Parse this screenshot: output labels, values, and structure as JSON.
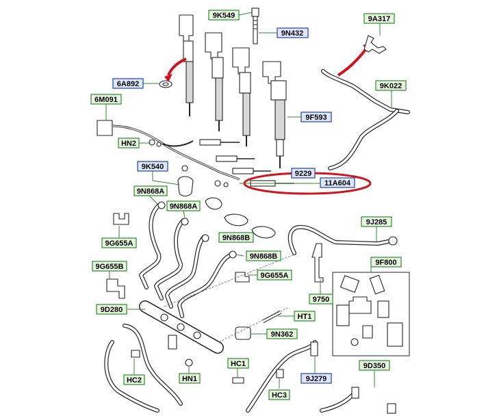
{
  "colors": {
    "label_blue_border": "#1f3fae",
    "label_blue_fill": "#dfe6ff",
    "label_green_border": "#2c8a2c",
    "label_green_fill": "#e8f5e0",
    "highlight": "#d0141c",
    "arrow": "#d0141c"
  },
  "labels": {
    "l_9K549": "9K549",
    "l_9N432": "9N432",
    "l_9A317": "9A317",
    "l_6A892": "6A892",
    "l_9K022": "9K022",
    "l_6M091": "6M091",
    "l_9F593": "9F593",
    "l_HN2": "HN2",
    "l_9K540": "9K540",
    "l_9229": "9229",
    "l_11A604": "11A604",
    "l_9N868A_1": "9N868A",
    "l_9N868A_2": "9N868A",
    "l_9J285": "9J285",
    "l_9G655A_1": "9G655A",
    "l_9N868B_1": "9N868B",
    "l_9N868B_2": "9N868B",
    "l_9F800": "9F800",
    "l_9G655B": "9G655B",
    "l_9G655A_2": "9G655A",
    "l_9750": "9750",
    "l_9D280": "9D280",
    "l_HT1": "HT1",
    "l_9N362": "9N362",
    "l_9D350": "9D350",
    "l_HC1": "HC1",
    "l_HC2": "HC2",
    "l_HN1": "HN1",
    "l_HC3": "HC3",
    "l_9J279": "9J279"
  }
}
